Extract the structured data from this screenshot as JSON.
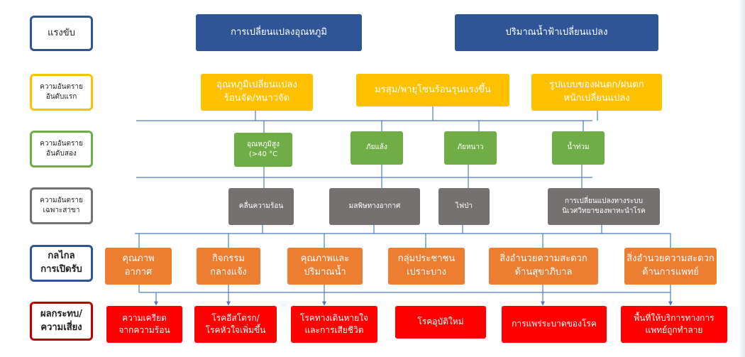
{
  "row_labels": {
    "drivers": "แรงขับ",
    "primary": "ความอันตราย\nอันดับแรก",
    "secondary": "ความอันตราย\nอันดับสอง",
    "specific": "ความอันตราย\nเฉพาะสาขา",
    "mechanism": "กลไกล\nการเปิดรับ",
    "impact": "ผลกระทบ/\nความเสี่ยง"
  },
  "drivers": [
    "การเปลี่ยนแปลงอุณหภูมิ",
    "ปริมาณน้ำฟ้าเปลี่ยนแปลง"
  ],
  "primary": [
    "อุณหภูมิเปลี่ยนแปลง\nร้อนจัด/หนาวจัด",
    "มรสุม/พายุโซนร้อนรุนแรงขึ้น",
    "รูปแบบของฝนตก/ฝนตก\nหนักเปลี่ยนแปลง"
  ],
  "secondary": [
    "อุณหภูมิสูง\n(>40 °C",
    "ภัยแล้ง",
    "ภัยหนาว",
    "น้ำท่วม"
  ],
  "specific": [
    "คลื่นความร้อน",
    "มลพิษทางอากาศ",
    "ไฟป่า",
    "การเปลี่ยนแปลงทางระบบ\nนิเวศวิทยาของพาหะนำโรค"
  ],
  "mechanism": [
    "คุณภาพ\nอากาศ",
    "กิจกรรม\nกลางแจ้ง",
    "คุณภาพและ\nปริมาณน้ำ",
    "กลุ่มประชาชน\nเปราะบาง",
    "สิ่งอำนวยความสะดวก\nด้านสุขาภิบาล",
    "สิ่งอำนวยความสะดวก\nด้านการแพทย์"
  ],
  "impact": [
    "ความเครียด\nจากความร้อน",
    "โรคอีสโตรก/\nโรคหัวใจเพิ่มขึ้น",
    "โรคทางเดินหายใจ\nและการเสียชีวิต",
    "โรคอุบัติใหม่",
    "การแพร่ระบาดของโรค",
    "พื้นที่ให้บริการทางการ\nแพทย์ถูกทำลาย"
  ],
  "colors": {
    "driver_blue": "#2f5597",
    "primary_yellow": "#ffc000",
    "secondary_green": "#70ad47",
    "specific_gray": "#767171",
    "mechanism_orange": "#ed7d31",
    "impact_red": "#ff0000",
    "connector": "#4a7ebb"
  }
}
